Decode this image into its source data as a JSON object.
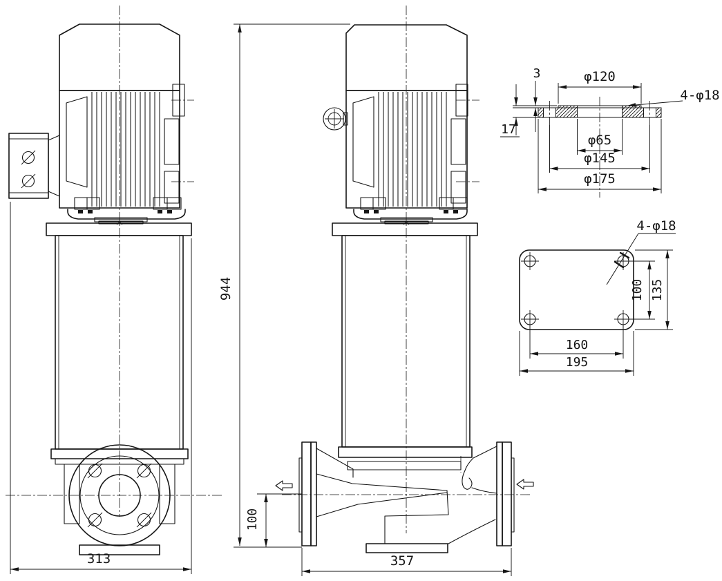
{
  "dimensions": {
    "front_width": "313",
    "overall_height": "944",
    "side_width": "357",
    "port_center_height": "100"
  },
  "flange_detail": {
    "raised_face_height": "3",
    "thickness": "17",
    "raised_face_diameter": "φ120",
    "bore_diameter": "φ65",
    "bolt_circle_diameter": "φ145",
    "outer_diameter": "φ175",
    "bolt_holes": "4-φ18"
  },
  "base_detail": {
    "bolt_holes": "4-φ18",
    "hole_spacing_vertical": "100",
    "plate_height": "135",
    "hole_spacing_horizontal": "160",
    "plate_width": "195"
  }
}
